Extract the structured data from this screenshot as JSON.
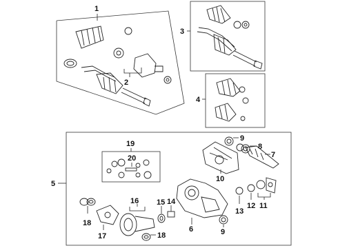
{
  "callouts": {
    "c1": "1",
    "c2": "2",
    "c3": "3",
    "c4": "4",
    "c5": "5",
    "c6": "6",
    "c7": "7",
    "c8": "8",
    "c9a": "9",
    "c9b": "9",
    "c10": "10",
    "c11": "11",
    "c12": "12",
    "c13": "13",
    "c14": "14",
    "c15": "15",
    "c16": "16",
    "c17": "17",
    "c18a": "18",
    "c18b": "18",
    "c19": "19",
    "c20": "20"
  }
}
